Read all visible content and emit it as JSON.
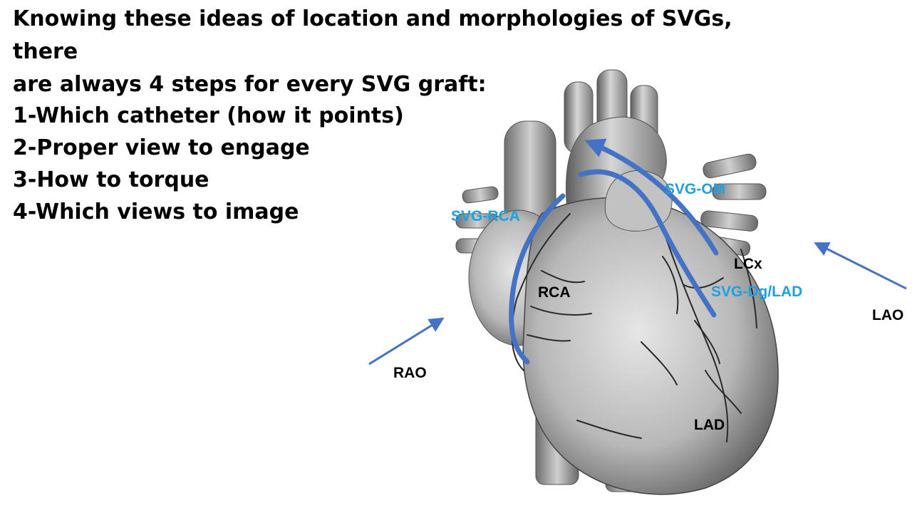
{
  "heading": {
    "line1": "Knowing these ideas of location and morphologies of SVGs, there",
    "line2": "are always 4 steps for every SVG graft:"
  },
  "steps": [
    "1-Which catheter (how it points)",
    "2-Proper view to engage",
    "3-How to torque",
    "4-Which views to image"
  ],
  "labels": {
    "svg_rca": "SVG-RCA",
    "svg_om": "SVG-OM",
    "svg_dg_lad": "SVG-Dg/LAD",
    "lcx": "LCx",
    "rca": "RCA",
    "lad": "LAD",
    "rao": "RAO",
    "lao": "LAO"
  },
  "colors": {
    "graft_line": "#4472c4",
    "graft_label": "#1fa0e0",
    "artery_label": "#000000",
    "text": "#000000"
  }
}
